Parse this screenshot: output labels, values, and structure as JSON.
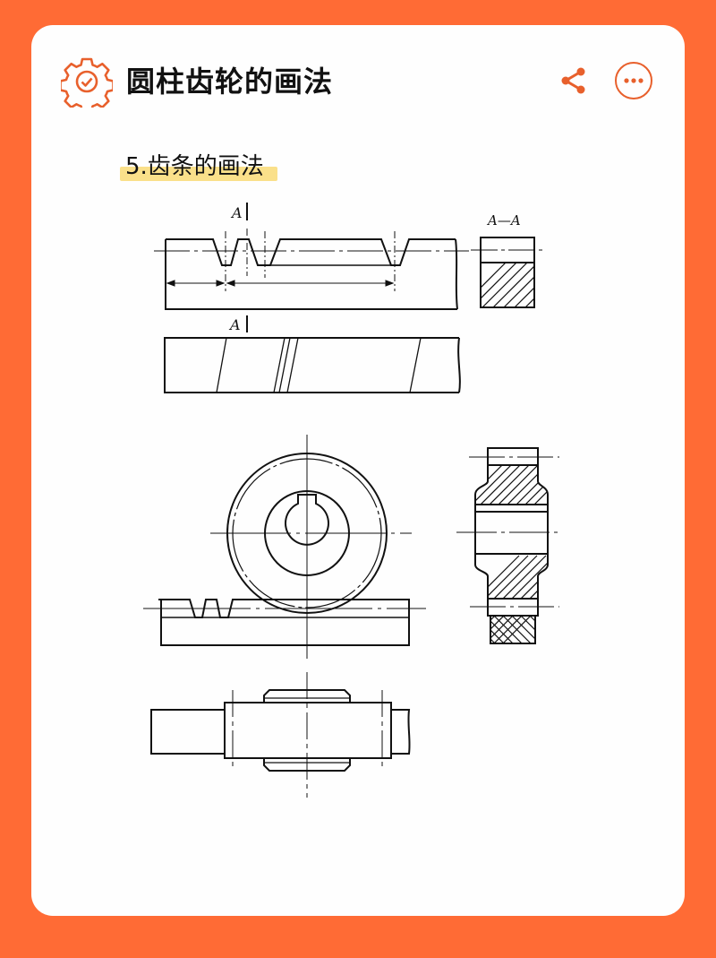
{
  "header": {
    "title": "圆柱齿轮的画法",
    "icon": "gear-check-icon",
    "actions": [
      {
        "name": "share",
        "icon": "share-icon"
      },
      {
        "name": "more",
        "icon": "more-dots-icon"
      }
    ]
  },
  "section": {
    "heading": "5.齿条的画法",
    "highlight_color": "#FAE08A"
  },
  "figures": {
    "rack_front": {
      "section_label": "A"
    },
    "rack_section": {
      "label": "A—A"
    },
    "rack_top": {
      "section_label": "A"
    },
    "gear_rack_mesh": {},
    "gear_side_section": {},
    "gear_rack_top": {}
  },
  "colors": {
    "background": "#FF6B35",
    "card": "#FEFEFE",
    "accent": "#E8602C",
    "text": "#111111"
  }
}
